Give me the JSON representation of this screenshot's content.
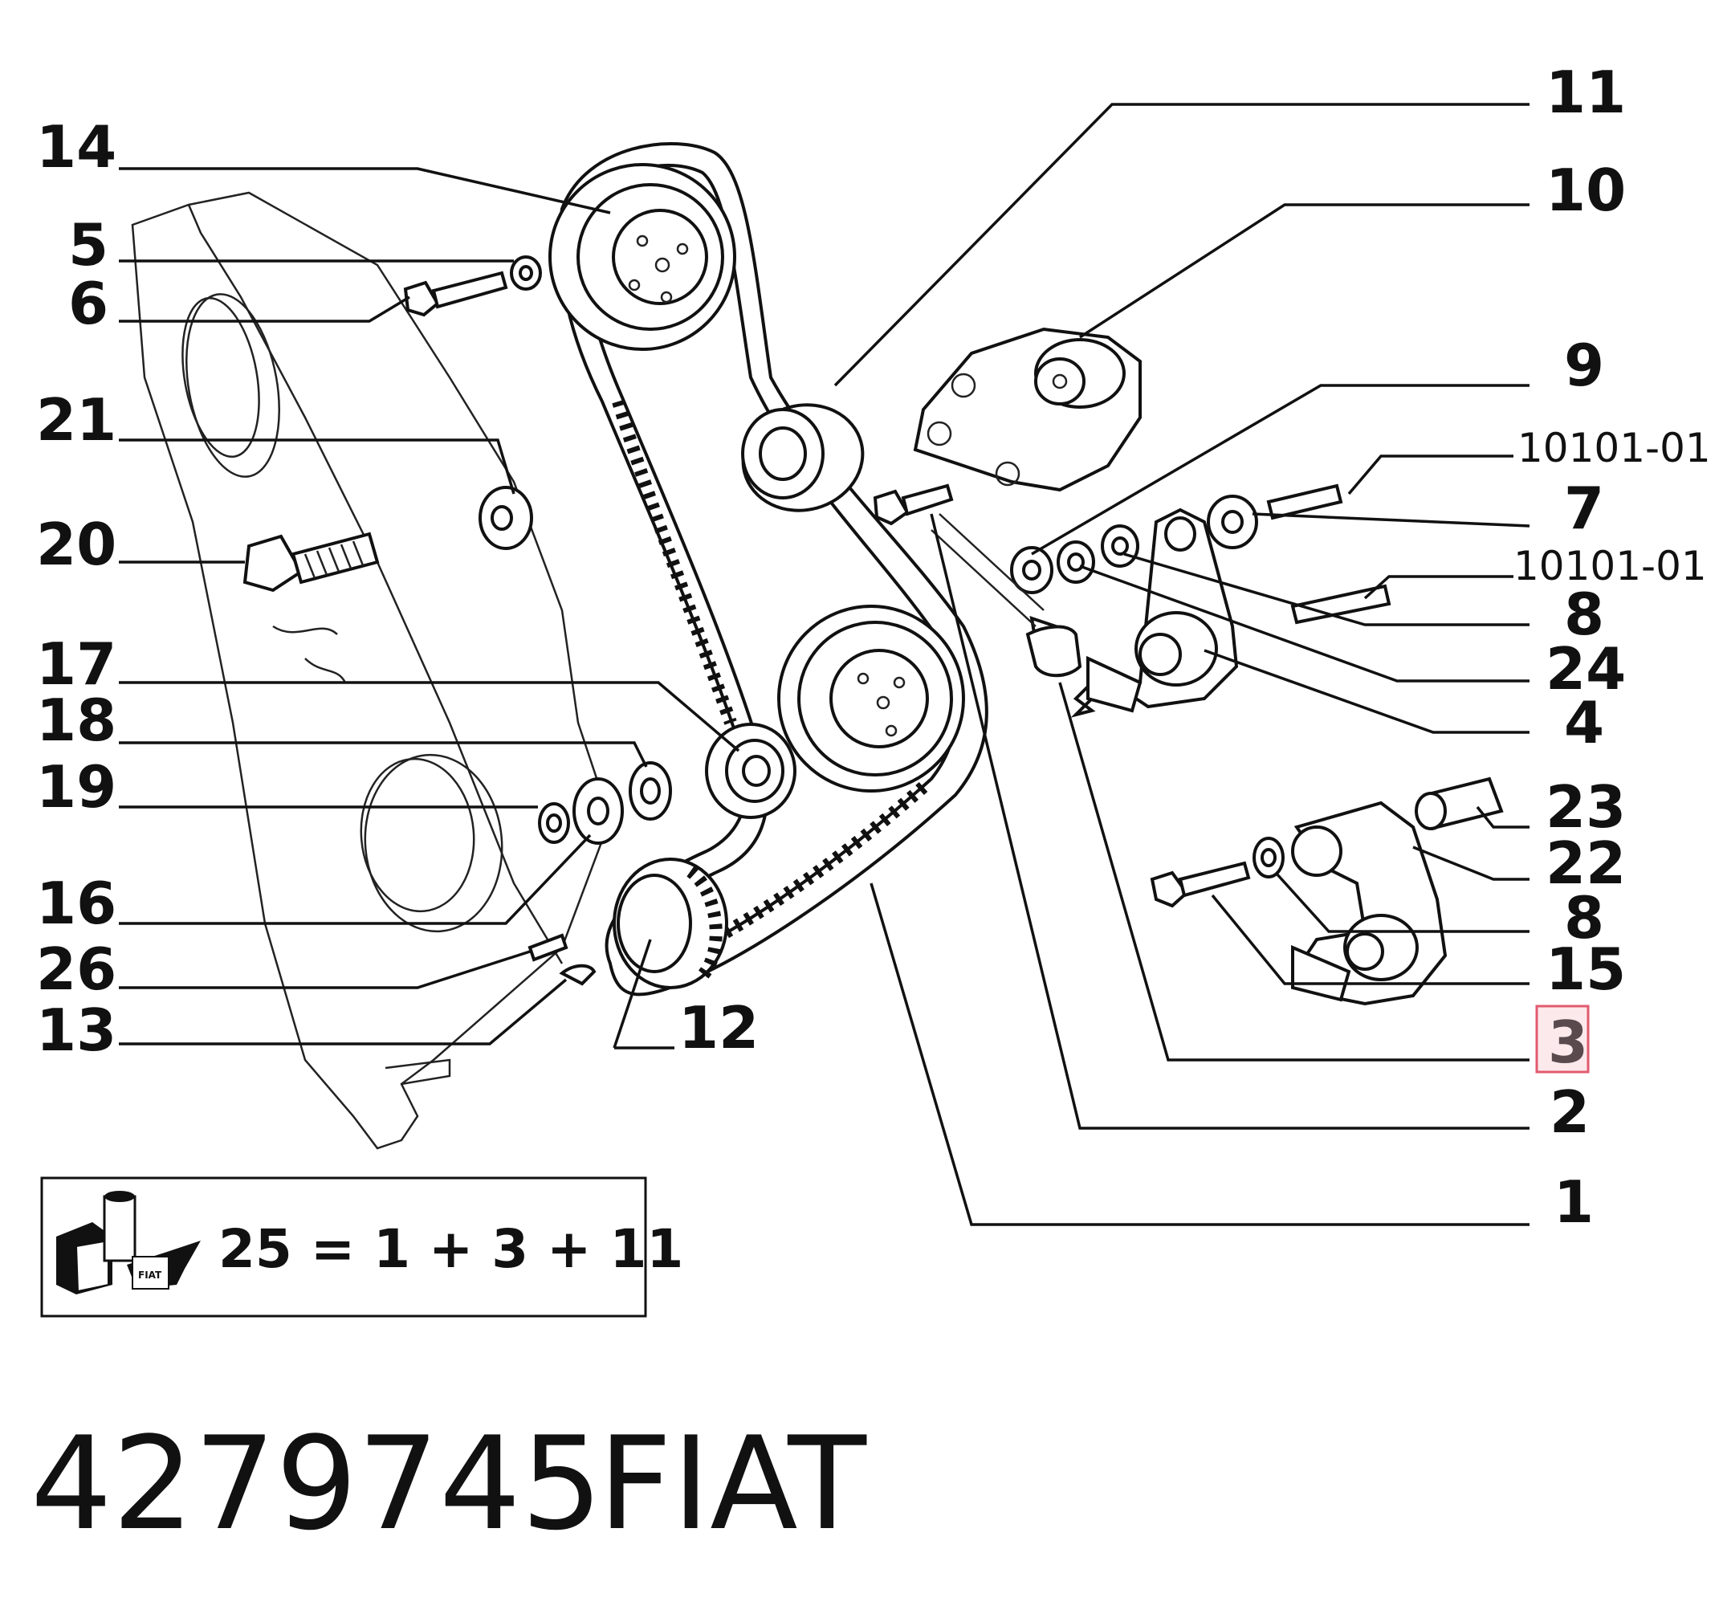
{
  "diagram": {
    "labels_left": [
      "14",
      "5",
      "6",
      "21",
      "20",
      "17",
      "18",
      "19",
      "16",
      "26",
      "13"
    ],
    "labels_right": [
      "11",
      "10",
      "9",
      "10101-01",
      "7",
      "10101-01",
      "8",
      "24",
      "4",
      "23",
      "22",
      "8",
      "15",
      "3",
      "2",
      "1"
    ],
    "label_center": "12",
    "highlighted_label": "3",
    "highlight_color": "#e25a6e"
  },
  "kit": {
    "formula": "25 = 1 + 3 + 11",
    "icon_text": "FIAT"
  },
  "footer": {
    "part_number": "4279745",
    "brand": "FIAT"
  }
}
